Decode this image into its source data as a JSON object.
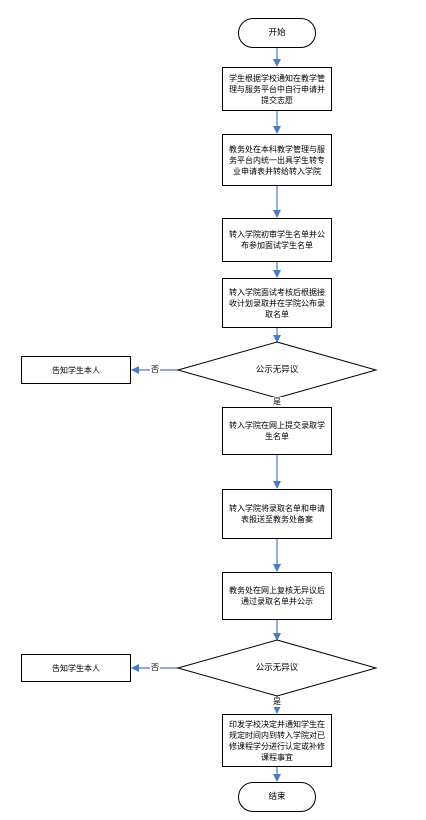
{
  "nodes": {
    "start": "开始",
    "n1": "学生根据学校通知在教学管理与服务平台中自行申请并提交志愿",
    "n2": "教务处在本科教学管理与服务平台内统一出具学生转专业申请表并转给转入学院",
    "n3": "转入学院初审学生名单并公布参加面试学生名单",
    "n4": "转入学院面试考核后根据接收计划录取并在学院公布录取名单",
    "d1": "公示无异议",
    "notify1": "告知学生本人",
    "n5": "转入学院在网上提交录取学生名单",
    "n6": "转入学院将录取名单和申请表报送至教务处备案",
    "n7": "教务处在网上复核无异议后通过录取名单并公示",
    "d2": "公示无异议",
    "notify2": "告知学生本人",
    "n8": "印发学校决定并通知学生在规定时间内到转入学院对已修课程学分进行认定或补修课程事宜",
    "end": "结束"
  },
  "edge_labels": {
    "no1": "否",
    "yes1": "是",
    "no2": "否",
    "yes2": "是"
  },
  "colors": {
    "arrow": "#4a7bbf",
    "border": "#000000"
  }
}
